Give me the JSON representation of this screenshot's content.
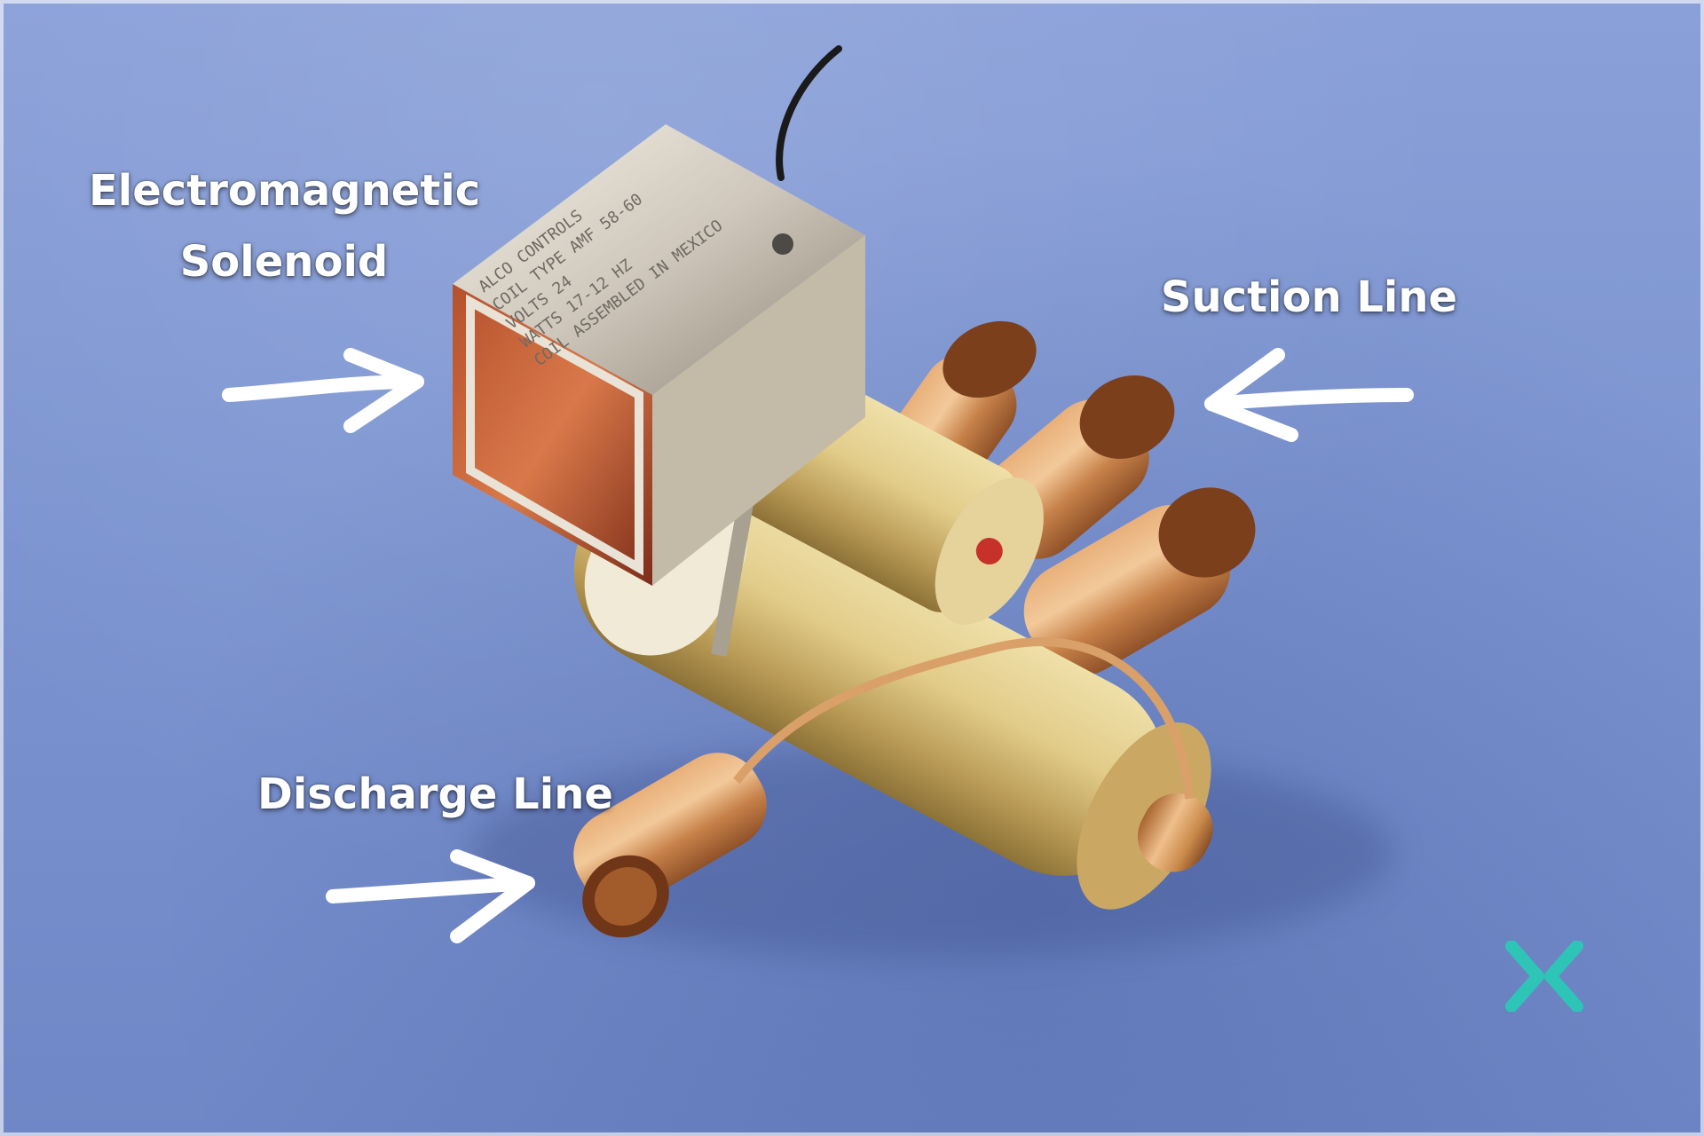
{
  "labels": {
    "solenoid": [
      "Electromagnetic",
      "Solenoid"
    ],
    "suction": "Suction Line",
    "discharge": "Discharge Line"
  },
  "icons": {
    "logo": "x-logo-icon",
    "arrows": [
      "right-arrow-icon",
      "left-arrow-icon",
      "right-arrow-icon"
    ]
  },
  "colors": {
    "background": "#7f95cf",
    "label_text": "#ffffff",
    "logo": "#2ec4b6",
    "copper": "#c98a4a",
    "brass": "#d6c07a"
  }
}
